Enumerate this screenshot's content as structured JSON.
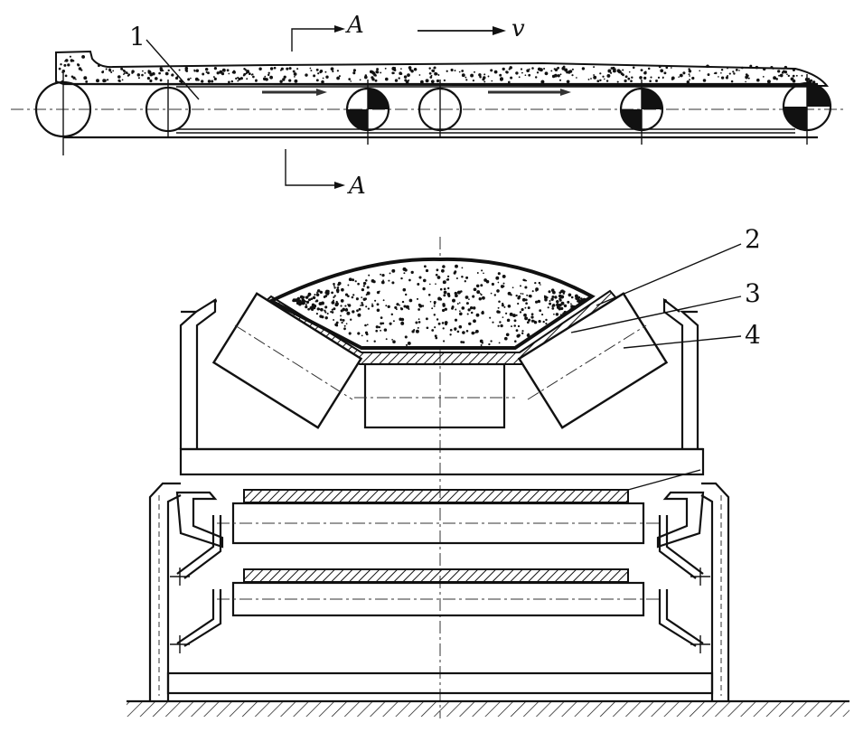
{
  "labels": {
    "part_1": "1",
    "part_2": "2",
    "part_3": "3",
    "part_4": "4",
    "section_top": "A",
    "section_bottom": "A",
    "velocity": "v"
  },
  "colors": {
    "ink": "#111111",
    "paper": "#ffffff"
  }
}
